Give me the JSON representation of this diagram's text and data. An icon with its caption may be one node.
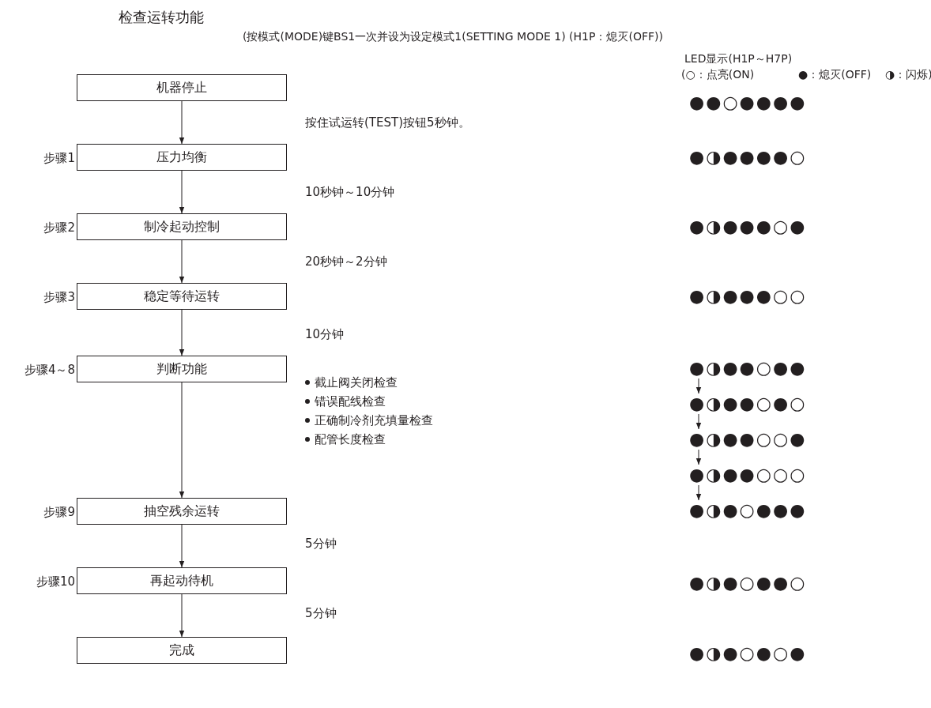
{
  "diagram": {
    "title": "检查运转功能",
    "nodes": [
      {
        "text": [
          "机器停止"
        ]
      },
      {
        "text": [
          "压力均衡"
        ],
        "beside": [
          "步骤1"
        ]
      },
      {
        "text": [
          "制冷起动控制"
        ],
        "beside": [
          "步骤2"
        ]
      },
      {
        "text": [
          "稳定等待运转"
        ],
        "beside": [
          "步骤3"
        ]
      },
      {
        "text": [
          "判断功能"
        ],
        "beside": [
          "步骤4～8"
        ]
      },
      {
        "text": [
          "抽空残余运转"
        ],
        "beside": [
          "步骤9"
        ]
      },
      {
        "text": [
          "再起动待机"
        ],
        "beside": [
          "步骤10"
        ]
      },
      {
        "text": [
          "完成"
        ]
      },
      {
        "text": [
          "●●○●●●●"
        ]
      },
      {
        "text": [
          "●◑●●●●○"
        ]
      },
      {
        "text": [
          "●◑●●●○●"
        ]
      },
      {
        "text": [
          "●◑●●●○○"
        ]
      },
      {
        "text": [
          "●◑●●○●●"
        ]
      },
      {
        "text": [
          "●◑●●○●○"
        ]
      },
      {
        "text": [
          "●◑●●○○●"
        ]
      },
      {
        "text": [
          "●◑●●○○○"
        ]
      },
      {
        "text": [
          "●◑●○●●●"
        ]
      },
      {
        "text": [
          "●◑●○●●○"
        ]
      },
      {
        "text": [
          "●◑●○●○●"
        ]
      }
    ],
    "edges": [
      {
        "from": 0,
        "to": 1,
        "arrow": "to"
      },
      {
        "from": 1,
        "to": 2,
        "arrow": "to"
      },
      {
        "from": 2,
        "to": 3,
        "arrow": "to"
      },
      {
        "from": 3,
        "to": 4,
        "arrow": "to"
      },
      {
        "from": 4,
        "to": 5,
        "arrow": "to"
      },
      {
        "from": 5,
        "to": 6,
        "arrow": "to"
      },
      {
        "from": 6,
        "to": 7,
        "arrow": "to"
      },
      {
        "from": 12,
        "to": 13,
        "arrow": "to"
      },
      {
        "from": 13,
        "to": 14,
        "arrow": "to"
      },
      {
        "from": 14,
        "to": 15,
        "arrow": "to"
      },
      {
        "from": 15,
        "to": 16,
        "arrow": "to"
      }
    ],
    "labels": [
      "(按模式(MODE)键BS1一次并设为设定模式1(SETTING MODE 1) (H1P：熄灭(OFF))",
      "LED显示(H1P～H7P)",
      "(○：点亮(ON)",
      "●：熄灭(OFF)",
      "◑：闪烁)",
      "按住试运转(TEST)按钮5秒钟。",
      "10秒钟～10分钟",
      "20秒钟～2分钟",
      "10分钟",
      "截止阀关闭检查",
      "错误配线检查",
      "正确制冷剂充填量检查",
      "配管长度检查",
      "5分钟",
      "5分钟"
    ]
  }
}
